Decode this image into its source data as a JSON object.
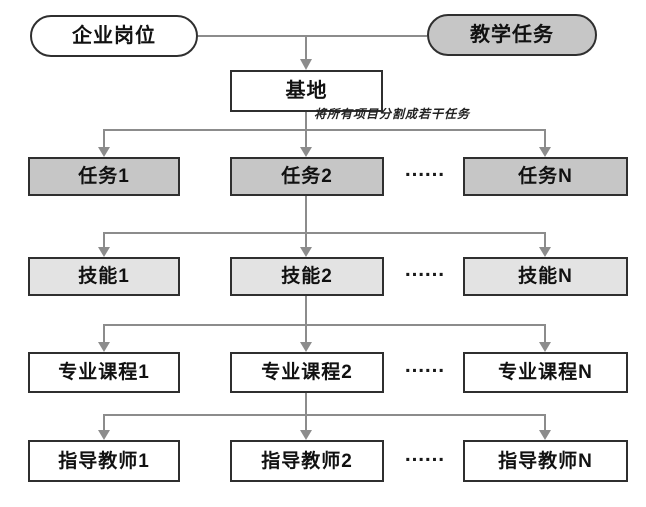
{
  "diagram": {
    "nodes": {
      "enterprise_position": "企业岗位",
      "teaching_task": "教学任务",
      "base": "基地"
    },
    "annotation": "将所有项目分割成若干任务",
    "ellipsis": "……",
    "levels": [
      {
        "id": "tasks",
        "items": [
          "任务1",
          "任务2",
          "任务N"
        ]
      },
      {
        "id": "skills",
        "items": [
          "技能1",
          "技能2",
          "技能N"
        ]
      },
      {
        "id": "courses",
        "items": [
          "专业课程1",
          "专业课程2",
          "专业课程N"
        ]
      },
      {
        "id": "teachers",
        "items": [
          "指导教师1",
          "指导教师2",
          "指导教师N"
        ]
      }
    ],
    "colors": {
      "line": "#8c8c8c",
      "border": "#2f2f2f",
      "fill_dark_gray": "#c6c6c6",
      "fill_light_gray": "#e3e3e3",
      "fill_white": "#ffffff",
      "text": "#111111"
    }
  }
}
